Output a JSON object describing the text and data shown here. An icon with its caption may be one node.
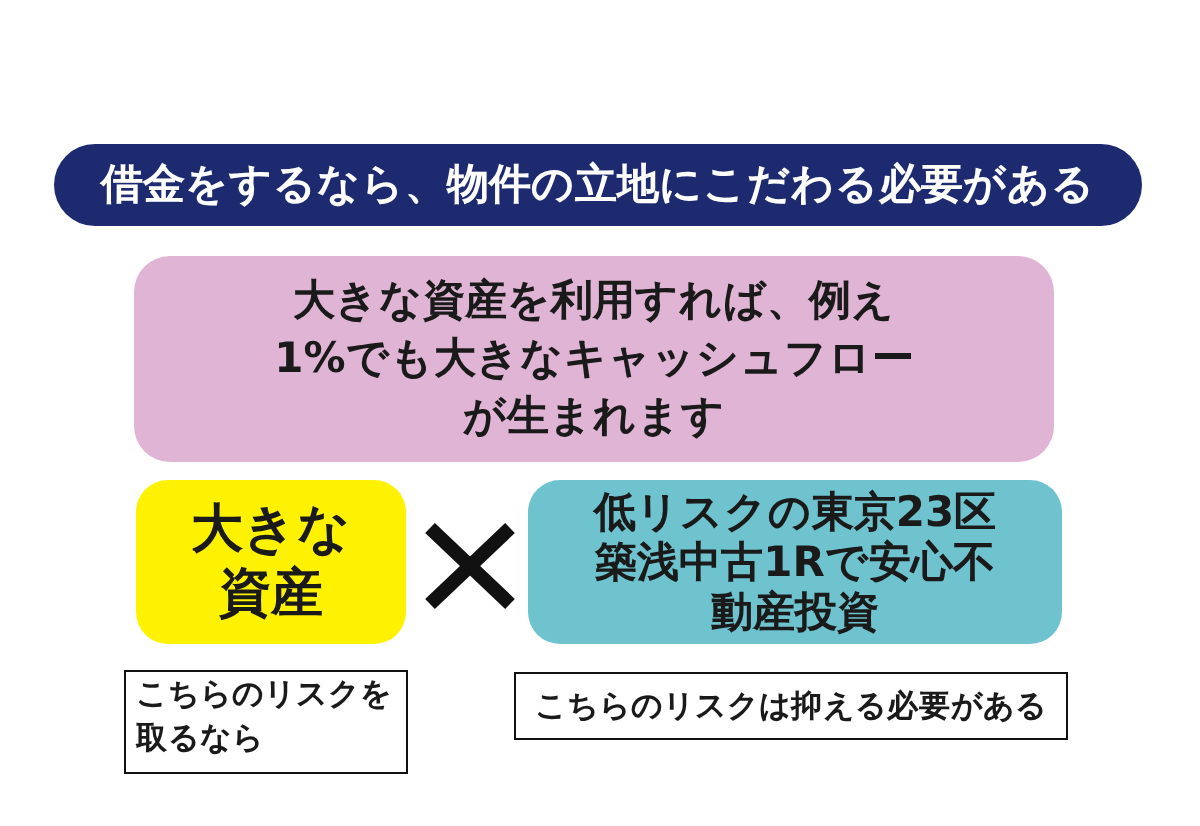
{
  "diagram": {
    "title": "借金をするなら、物件の立地にこだわる必要がある",
    "nodes": [
      {
        "text": [
          "大きな資産を利用すれば、例え1%でも大きなキャッシュフローが生まれます"
        ]
      },
      {
        "text": [
          "大きな資産"
        ]
      },
      {
        "text": [
          "低リスクの東京23区築浅中古1Rで安心不動産投資"
        ]
      },
      {
        "text": [
          "こちらのリスクを取るなら"
        ]
      },
      {
        "text": [
          "こちらのリスクは抑える必要がある"
        ]
      }
    ]
  }
}
